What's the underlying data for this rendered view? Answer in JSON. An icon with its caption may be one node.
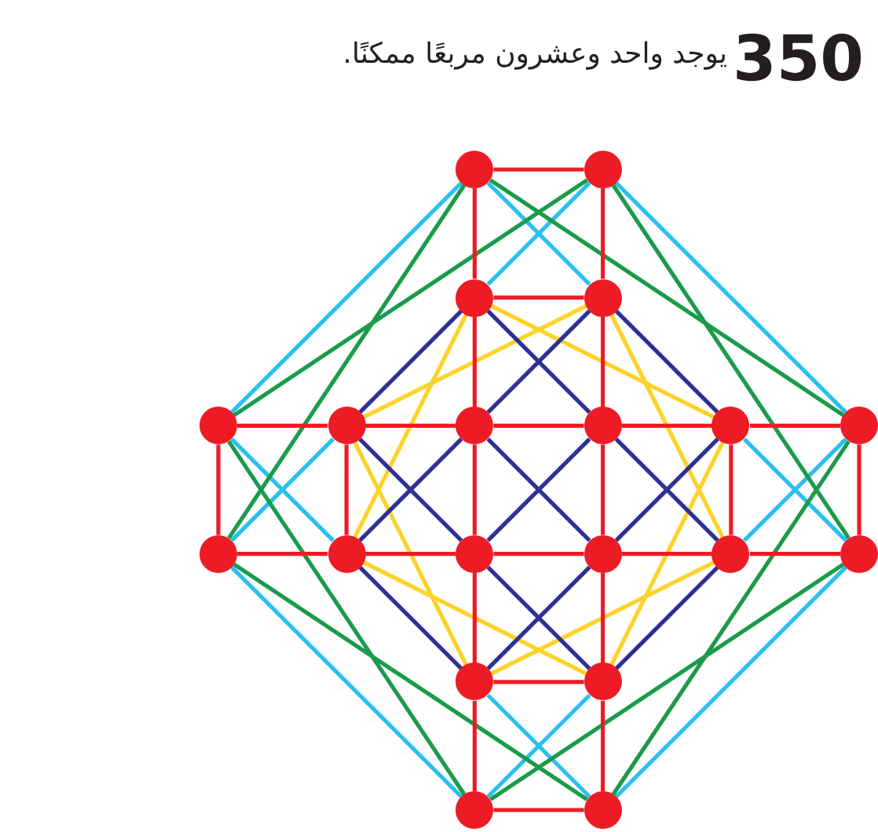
{
  "diagram": {
    "nodes": [
      {
        "text": [],
        "shape": "circle"
      },
      {
        "text": [],
        "shape": "circle"
      },
      {
        "text": [],
        "shape": "circle"
      },
      {
        "text": [],
        "shape": "circle"
      },
      {
        "text": [],
        "shape": "circle"
      },
      {
        "text": [],
        "shape": "circle"
      },
      {
        "text": [],
        "shape": "circle"
      },
      {
        "text": [],
        "shape": "circle"
      },
      {
        "text": [],
        "shape": "circle"
      },
      {
        "text": [],
        "shape": "circle"
      },
      {
        "text": [],
        "shape": "circle"
      },
      {
        "text": [],
        "shape": "circle"
      },
      {
        "text": [],
        "shape": "circle"
      },
      {
        "text": [],
        "shape": "circle"
      },
      {
        "text": [],
        "shape": "circle"
      },
      {
        "text": [],
        "shape": "circle"
      },
      {
        "text": [],
        "shape": "circle"
      },
      {
        "text": [],
        "shape": "circle"
      },
      {
        "text": [],
        "shape": "circle"
      },
      {
        "text": [],
        "shape": "circle"
      }
    ],
    "edges": [
      {
        "from": 4,
        "to": 0,
        "arrow": "none",
        "color": "#29c0ef"
      },
      {
        "from": 0,
        "to": 3,
        "arrow": "none",
        "color": "#29c0ef"
      },
      {
        "from": 11,
        "to": 4,
        "arrow": "none",
        "color": "#29c0ef"
      },
      {
        "from": 10,
        "to": 5,
        "arrow": "none",
        "color": "#29c0ef"
      },
      {
        "from": 17,
        "to": 18,
        "arrow": "none",
        "color": "#29c0ef"
      },
      {
        "from": 18,
        "to": 10,
        "arrow": "none",
        "color": "#29c0ef"
      },
      {
        "from": 2,
        "to": 1,
        "arrow": "none",
        "color": "#29c0ef"
      },
      {
        "from": 1,
        "to": 9,
        "arrow": "none",
        "color": "#29c0ef"
      },
      {
        "from": 9,
        "to": 14,
        "arrow": "none",
        "color": "#29c0ef"
      },
      {
        "from": 8,
        "to": 15,
        "arrow": "none",
        "color": "#29c0ef"
      },
      {
        "from": 15,
        "to": 19,
        "arrow": "none",
        "color": "#29c0ef"
      },
      {
        "from": 19,
        "to": 16,
        "arrow": "none",
        "color": "#29c0ef"
      },
      {
        "from": 4,
        "to": 1,
        "arrow": "none",
        "color": "#1a9b4b"
      },
      {
        "from": 1,
        "to": 15,
        "arrow": "none",
        "color": "#1a9b4b"
      },
      {
        "from": 15,
        "to": 18,
        "arrow": "none",
        "color": "#1a9b4b"
      },
      {
        "from": 18,
        "to": 4,
        "arrow": "none",
        "color": "#1a9b4b"
      },
      {
        "from": 0,
        "to": 9,
        "arrow": "none",
        "color": "#1a9b4b"
      },
      {
        "from": 9,
        "to": 19,
        "arrow": "none",
        "color": "#1a9b4b"
      },
      {
        "from": 19,
        "to": 10,
        "arrow": "none",
        "color": "#1a9b4b"
      },
      {
        "from": 10,
        "to": 0,
        "arrow": "none",
        "color": "#1a9b4b"
      },
      {
        "from": 2,
        "to": 8,
        "arrow": "none",
        "color": "#fdd329"
      },
      {
        "from": 8,
        "to": 17,
        "arrow": "none",
        "color": "#fdd329"
      },
      {
        "from": 17,
        "to": 11,
        "arrow": "none",
        "color": "#fdd329"
      },
      {
        "from": 11,
        "to": 2,
        "arrow": "none",
        "color": "#fdd329"
      },
      {
        "from": 3,
        "to": 14,
        "arrow": "none",
        "color": "#fdd329"
      },
      {
        "from": 14,
        "to": 16,
        "arrow": "none",
        "color": "#fdd329"
      },
      {
        "from": 16,
        "to": 5,
        "arrow": "none",
        "color": "#fdd329"
      },
      {
        "from": 5,
        "to": 3,
        "arrow": "none",
        "color": "#fdd329"
      },
      {
        "from": 2,
        "to": 5,
        "arrow": "none",
        "color": "#2e3192"
      },
      {
        "from": 2,
        "to": 7,
        "arrow": "none",
        "color": "#2e3192"
      },
      {
        "from": 3,
        "to": 6,
        "arrow": "none",
        "color": "#2e3192"
      },
      {
        "from": 3,
        "to": 8,
        "arrow": "none",
        "color": "#2e3192"
      },
      {
        "from": 5,
        "to": 12,
        "arrow": "none",
        "color": "#2e3192"
      },
      {
        "from": 6,
        "to": 11,
        "arrow": "none",
        "color": "#2e3192"
      },
      {
        "from": 6,
        "to": 13,
        "arrow": "none",
        "color": "#2e3192"
      },
      {
        "from": 7,
        "to": 12,
        "arrow": "none",
        "color": "#2e3192"
      },
      {
        "from": 7,
        "to": 14,
        "arrow": "none",
        "color": "#2e3192"
      },
      {
        "from": 8,
        "to": 13,
        "arrow": "none",
        "color": "#2e3192"
      },
      {
        "from": 11,
        "to": 16,
        "arrow": "none",
        "color": "#2e3192"
      },
      {
        "from": 12,
        "to": 17,
        "arrow": "none",
        "color": "#2e3192"
      },
      {
        "from": 13,
        "to": 16,
        "arrow": "none",
        "color": "#2e3192"
      },
      {
        "from": 14,
        "to": 17,
        "arrow": "none",
        "color": "#2e3192"
      },
      {
        "from": 0,
        "to": 2,
        "arrow": "none"
      },
      {
        "from": 2,
        "to": 6,
        "arrow": "none"
      },
      {
        "from": 6,
        "to": 12,
        "arrow": "none"
      },
      {
        "from": 12,
        "to": 16,
        "arrow": "none"
      },
      {
        "from": 16,
        "to": 18,
        "arrow": "none"
      },
      {
        "from": 1,
        "to": 3,
        "arrow": "none"
      },
      {
        "from": 3,
        "to": 7,
        "arrow": "none"
      },
      {
        "from": 7,
        "to": 13,
        "arrow": "none"
      },
      {
        "from": 13,
        "to": 17,
        "arrow": "none"
      },
      {
        "from": 17,
        "to": 19,
        "arrow": "none"
      },
      {
        "from": 4,
        "to": 5,
        "arrow": "none"
      },
      {
        "from": 5,
        "to": 6,
        "arrow": "none"
      },
      {
        "from": 6,
        "to": 7,
        "arrow": "none"
      },
      {
        "from": 7,
        "to": 8,
        "arrow": "none"
      },
      {
        "from": 8,
        "to": 9,
        "arrow": "none"
      },
      {
        "from": 10,
        "to": 11,
        "arrow": "none"
      },
      {
        "from": 11,
        "to": 12,
        "arrow": "none"
      },
      {
        "from": 12,
        "to": 13,
        "arrow": "none"
      },
      {
        "from": 13,
        "to": 14,
        "arrow": "none"
      },
      {
        "from": 14,
        "to": 15,
        "arrow": "none"
      },
      {
        "from": 0,
        "to": 1,
        "arrow": "none"
      },
      {
        "from": 2,
        "to": 3,
        "arrow": "none"
      },
      {
        "from": 16,
        "to": 17,
        "arrow": "none"
      },
      {
        "from": 18,
        "to": 19,
        "arrow": "none"
      },
      {
        "from": 4,
        "to": 10,
        "arrow": "none"
      },
      {
        "from": 5,
        "to": 11,
        "arrow": "none"
      },
      {
        "from": 8,
        "to": 14,
        "arrow": "none"
      },
      {
        "from": 9,
        "to": 15,
        "arrow": "none"
      }
    ],
    "labels": [
      "350",
      "يوجد واحد وعشرون مربعًا ممكنًا."
    ]
  }
}
